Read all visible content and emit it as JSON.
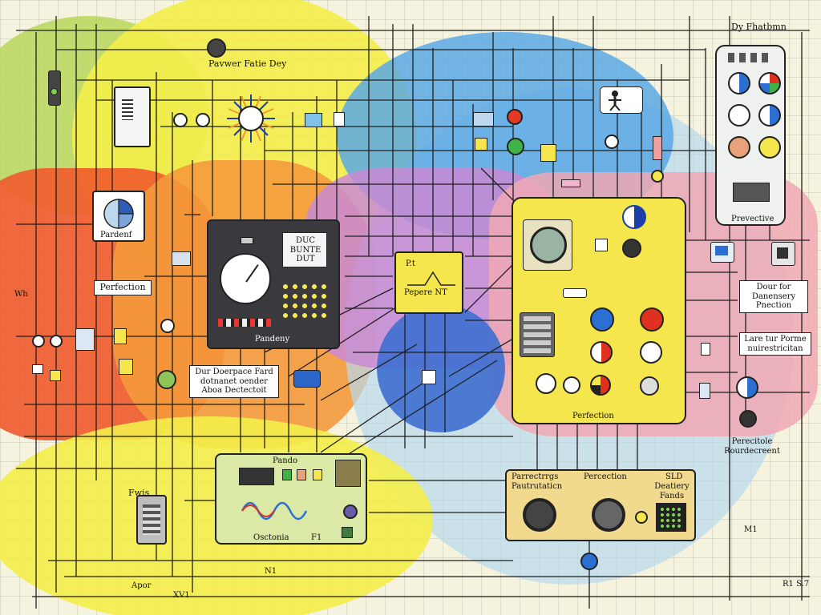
{
  "labels": {
    "top_right": "Dy Fhatbmn",
    "power_ruler": "Pavwer Fatie Dey",
    "perdenf": "Pardenf",
    "perfection_left": "Perfection",
    "win": "Wh",
    "dut_screen": "DUC BUNTE DUT",
    "panel_title": "Pandeny",
    "center_unit": "Pepere NT",
    "center_small": "P.t",
    "detection_box": "Dur Doerpace Fard dotnanet oender Aboa Dectectoit",
    "lower_panel": "Osctonia",
    "lower_panel_top": "Pando",
    "fwis": "Fwis",
    "right_block_title": "Perfection",
    "right_sub_box": "Dour for Danensery Pnection",
    "right_sub_box2": "Lare tur Porme nuirestricitan",
    "right_module": "Prevective",
    "right_device": "Perecitole Rourdecreent",
    "bottom_block_left": "Parrectrrgs Pautrutaticn",
    "bottom_block_mid": "Percection",
    "bottom_block_right": "Deatiery Fands",
    "bottom_block_num": "SLD",
    "bottom_left": "Apor",
    "bottom_mid": "XV1",
    "bottom_center": "N1",
    "bottom_right": "R1 S.7",
    "mid_right_small": "M1",
    "f1_label": "F1"
  },
  "colors": {
    "green_zone": "#b7d65a",
    "yellow_zone": "#f4ee4a",
    "red_zone": "#ef5a2c",
    "orange_zone": "#f49a3c",
    "blue_zone": "#5aa8e4",
    "purple_zone": "#c98ad4",
    "pink_zone": "#f0a8b4",
    "lightblue_zone": "#b9d8ee",
    "deep_blue": "#3e6fd0",
    "module_yellow": "#f4e64c",
    "module_green": "#dbe9a7",
    "module_tan": "#f1d98e",
    "panel_dark": "#3a3a3e"
  }
}
